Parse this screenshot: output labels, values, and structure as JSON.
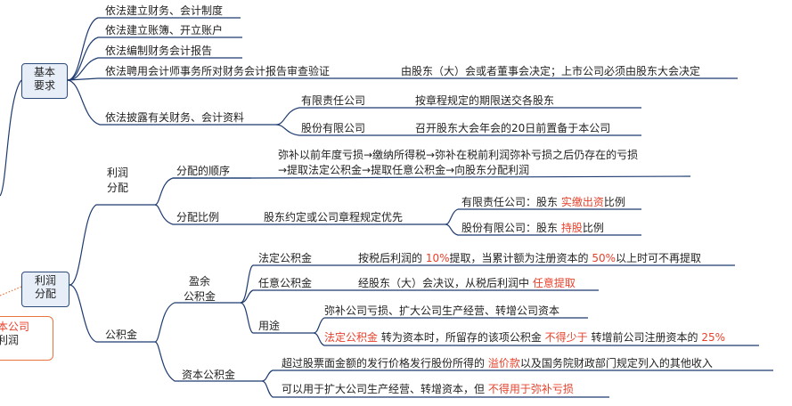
{
  "colors": {
    "line": "#1e3b70",
    "highlight": "#e8412b",
    "box_fill": "#e7eef8"
  },
  "basic": {
    "label_line1": "基本",
    "label_line2": "要求",
    "items": [
      "依法建立财务、会计制度",
      "依法建立账簿、开立账户",
      "依法编制财务会计报告",
      "依法聘用会计师事务所对财务会计报告审查验证",
      "依法披露有关财务、会计资料"
    ],
    "audit_note": "由股东（大）会或者董事会决定；上市公司必须由股东大会决定",
    "disclosure": [
      {
        "type": "有限责任公司",
        "rule": "按章程规定的期限送交各股东"
      },
      {
        "type": "股份有限公司",
        "rule": "召开股东大会年会的20日前置备于本公司"
      }
    ]
  },
  "profit": {
    "label_line1": "利润",
    "label_line2": "分配",
    "left_fragment_line1": "本公司",
    "left_fragment_line2": "利润",
    "dist": {
      "label_line1": "利润",
      "label_line2": "分配",
      "order_label": "分配的顺序",
      "order_line1": "弥补以前年度亏损→缴纳所得税→弥补在税前利润弥补亏损之后仍存在的亏损",
      "order_line2": "→提取法定公积金→提取任意公积金→向股东分配利润",
      "ratio_label": "分配比例",
      "ratio_rule": "股东约定或公司章程规定优先",
      "ltd_prefix": "有限责任公司：股东 ",
      "ltd_hl": "实缴出资",
      "ltd_suffix": "比例",
      "corp_prefix": "股份有限公司：股东 ",
      "corp_hl": "持股",
      "corp_suffix": "比例"
    },
    "reserve": {
      "label": "公积金",
      "surplus_line1": "盈余",
      "surplus_line2": "公积金",
      "statutory_label": "法定公积金",
      "statutory_p1": "按税后利润的 ",
      "statutory_hl1": "10%",
      "statutory_p2": "提取，当累计额为注册资本的 ",
      "statutory_hl2": "50%",
      "statutory_p3": "以上时可不再提取",
      "discretionary_label": "任意公积金",
      "discretionary_p1": "经股东（大）会决议，从税后利润中 ",
      "discretionary_hl": "任意提取",
      "use_label": "用途",
      "use_line1": "弥补公司亏损、扩大公司生产经营、转增公司资本",
      "use_hl1": "法定公积金",
      "use_p2": " 转为资本时，所留存的该项公积金 ",
      "use_hl2": "不得少于",
      "use_p3": " 转增前公司注册资本的 ",
      "use_hl3": "25%",
      "capital_label": "资本公积金",
      "capital_line1_p1": "超过股票面金额的发行价格发行股份所得的 ",
      "capital_line1_hl": "溢价款",
      "capital_line1_p2": "以及国务院财政部门规定列入的其他收入",
      "capital_line2_p1": "可以用于扩大公司生产经营、转增资本，但 ",
      "capital_line2_hl": "不得用于弥补亏损"
    }
  }
}
